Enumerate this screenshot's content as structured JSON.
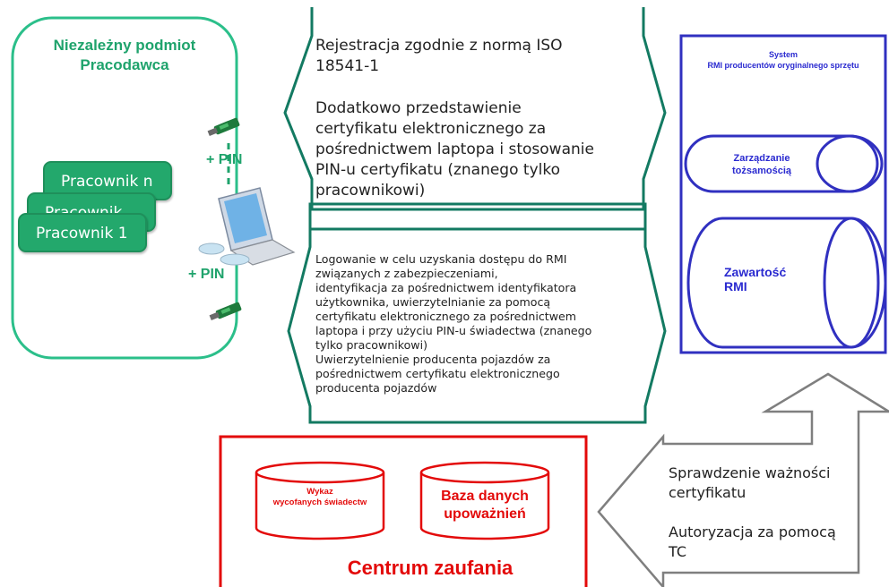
{
  "employer": {
    "title_line1": "Niezależny podmiot",
    "title_line2": "Pracodawca",
    "workers": [
      "Pracownik n",
      "Pracownik",
      "Pracownik 1"
    ],
    "pin_top": "+ PIN",
    "pin_bottom": "+ PIN"
  },
  "registration": {
    "line1": "Rejestracja zgodnie z normą ISO",
    "line2": "18541-1",
    "paragraph": [
      "Dodatkowo przedstawienie",
      "certyfikatu elektronicznego za",
      "pośrednictwem laptopa i stosowanie",
      "PIN-u certyfikatu (znanego tylko",
      "pracownikowi)"
    ]
  },
  "login": {
    "lines": [
      "Logowanie w celu uzyskania dostępu do RMI",
      "związanych z zabezpieczeniami,",
      "identyfikacja za pośrednictwem identyfikatora",
      "użytkownika, uwierzytelnianie za pomocą",
      "certyfikatu elektronicznego za pośrednictwem",
      "laptopa i przy użyciu PIN-u świadectwa (znanego",
      "tylko pracownikowi)",
      "Uwierzytelnienie producenta pojazdów za",
      "pośrednictwem certyfikatu elektronicznego",
      "producenta pojazdów"
    ]
  },
  "system": {
    "title_line1": "System",
    "title_line2": "RMI producentów oryginalnego sprzętu",
    "identity_line1": "Zarządzanie",
    "identity_line2": "tożsamością",
    "content_line1": "Zawartość",
    "content_line2": "RMI"
  },
  "trust": {
    "revoked_line1": "Wykaz",
    "revoked_line2": "wycofanych świadectw",
    "auth_line1": "Baza danych",
    "auth_line2": "upoważnień",
    "title": "Centrum zaufania"
  },
  "check": {
    "line1": "Sprawdzenie ważności",
    "line2": "certyfikatu",
    "line3": "Autoryzacja za pomocą",
    "line4": "TC"
  },
  "colors": {
    "green": "#1fa36c",
    "dark_green": "#0f7a5a",
    "blue": "#2a2ad0",
    "red": "#e30a0a"
  }
}
